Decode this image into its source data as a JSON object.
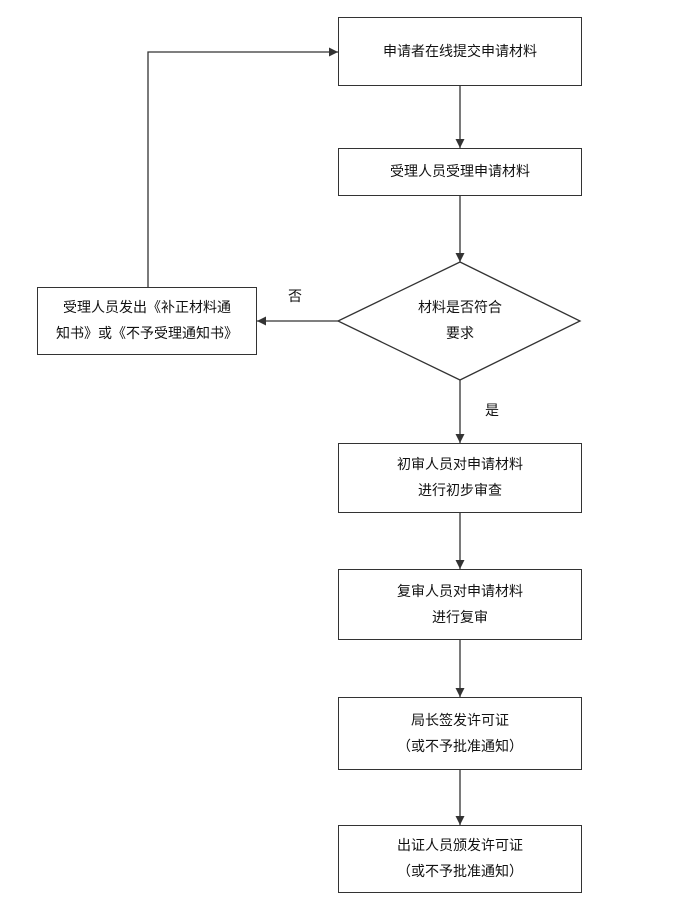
{
  "flowchart": {
    "submit": "申请者在线提交申请材料",
    "accept": "受理人员受理申请材料",
    "decision": {
      "line1": "材料是否符合",
      "line2": "要求"
    },
    "reject": {
      "line1": "受理人员发出《补正材料通",
      "line2": "知书》或《不予受理通知书》"
    },
    "initial_review": {
      "line1": "初审人员对申请材料",
      "line2": "进行初步审查"
    },
    "second_review": {
      "line1": "复审人员对申请材料",
      "line2": "进行复审"
    },
    "director_sign": {
      "line1": "局长签发许可证",
      "line2": "（或不予批准通知）"
    },
    "issue": {
      "line1": "出证人员颁发许可证",
      "line2": "（或不予批准通知）"
    },
    "labels": {
      "yes": "是",
      "no": "否"
    }
  }
}
